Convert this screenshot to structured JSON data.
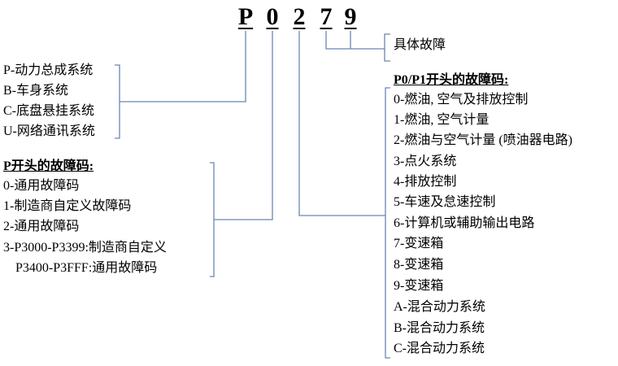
{
  "code": [
    "P",
    "0",
    "2",
    "7",
    "9"
  ],
  "specific_fault_label": "具体故障",
  "systems": [
    "P-动力总成系统",
    "B-车身系统",
    "C-底盘悬挂系统",
    "U-网络通讯系统"
  ],
  "p_codes": {
    "title": "P开头的故障码:",
    "items": [
      "0-通用故障码",
      "1-制造商自定义故障码",
      "2-通用故障码",
      "3-P3000-P3399:制造商自定义",
      "P3400-P3FFF:通用故障码"
    ]
  },
  "p0p1": {
    "title": "P0/P1开头的故障码:",
    "items": [
      "0-燃油, 空气及排放控制",
      "1-燃油, 空气计量",
      "2-燃油与空气计量 (喷油器电路)",
      "3-点火系统",
      "4-排放控制",
      "5-车速及怠速控制",
      "6-计算机或辅助输出电路",
      "7-变速箱",
      "8-变速箱",
      "9-变速箱",
      "A-混合动力系统",
      "B-混合动力系统",
      "C-混合动力系统"
    ]
  }
}
